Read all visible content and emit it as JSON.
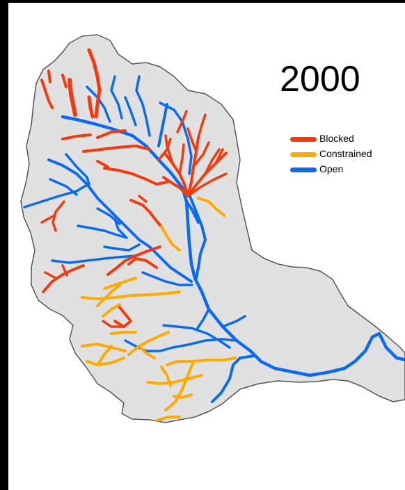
{
  "map": {
    "year_label": "2000",
    "legend": [
      {
        "key": "blocked",
        "label": "Blocked",
        "color": "#f23a0e"
      },
      {
        "key": "constrained",
        "label": "Constrained",
        "color": "#ffaa00"
      },
      {
        "key": "open",
        "label": "Open",
        "color": "#0a6af2"
      }
    ],
    "watershed_fill": "#e1e1e1",
    "watershed_outline": "#555555"
  }
}
